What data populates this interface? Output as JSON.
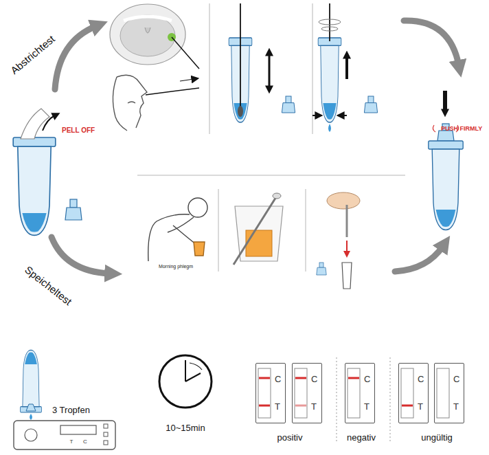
{
  "diagram": {
    "nodes": [
      {
        "text": [
          "C",
          "T"
        ]
      },
      {
        "text": [
          "C",
          "T"
        ]
      },
      {
        "text": [
          "C",
          "T"
        ]
      },
      {
        "text": [
          "C",
          "T"
        ]
      },
      {
        "text": [
          "C",
          "T"
        ]
      }
    ],
    "labels": [
      "Abstrichtest",
      "PELL OFF",
      "PUSH FIRMLY",
      "Speicheltest",
      "Morning phlegm",
      "3 Tropfen",
      "T",
      "C",
      "10~15min",
      "positiv",
      "negativ",
      "ungültig"
    ]
  }
}
